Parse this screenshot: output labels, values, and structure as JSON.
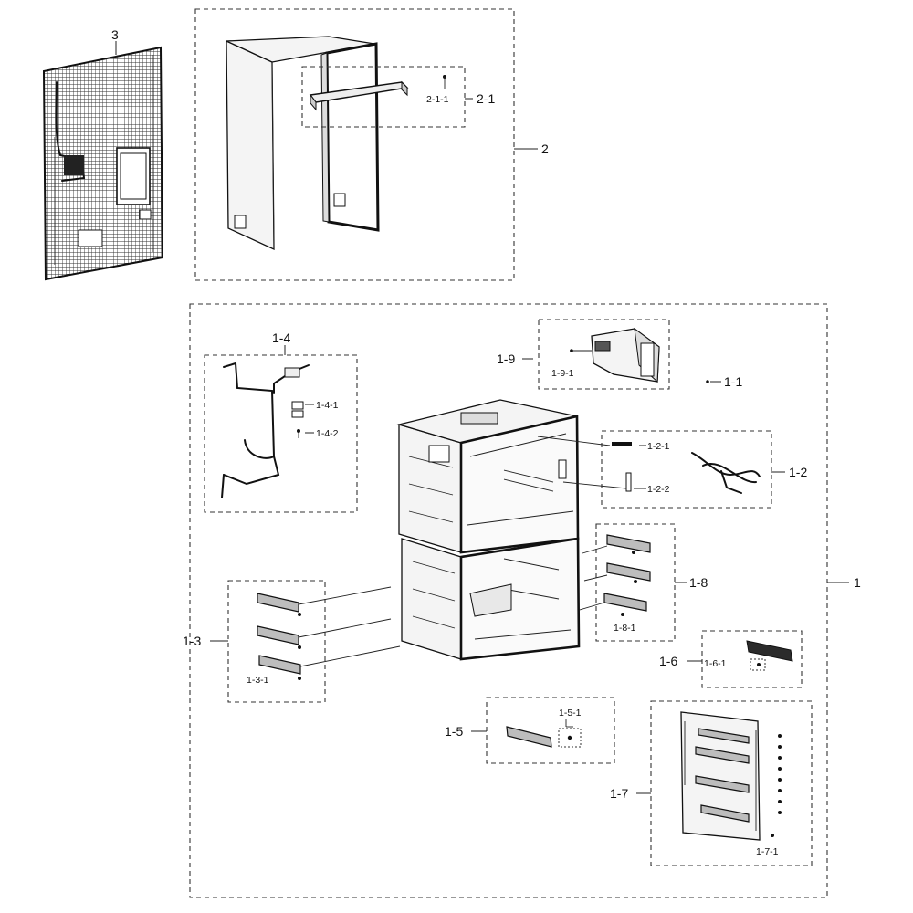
{
  "diagram": {
    "callouts": {
      "c3": "3",
      "c2": "2",
      "c2_1": "2-1",
      "c2_1_1": "2-1-1",
      "c1": "1",
      "c1_1": "1-1",
      "c1_2": "1-2",
      "c1_2_1": "1-2-1",
      "c1_2_2": "1-2-2",
      "c1_3": "1-3",
      "c1_3_1": "1-3-1",
      "c1_4": "1-4",
      "c1_4_1": "1-4-1",
      "c1_4_2": "1-4-2",
      "c1_5": "1-5",
      "c1_5_1": "1-5-1",
      "c1_6": "1-6",
      "c1_6_1": "1-6-1",
      "c1_7": "1-7",
      "c1_7_1": "1-7-1",
      "c1_8": "1-8",
      "c1_8_1": "1-8-1",
      "c1_9": "1-9",
      "c1_9_1": "1-9-1"
    }
  }
}
